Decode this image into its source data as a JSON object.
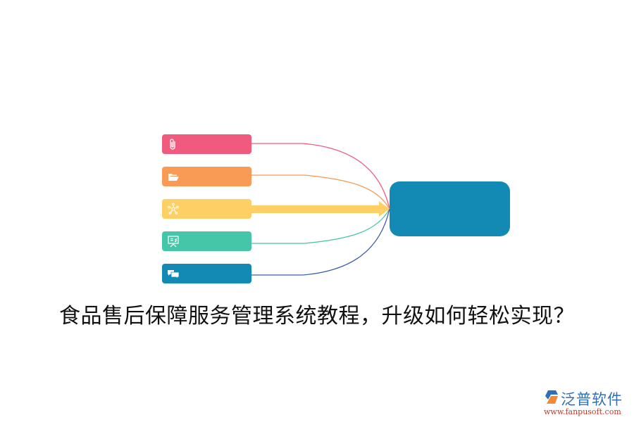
{
  "diagram": {
    "type": "fan-in mind map",
    "colors": {
      "pink": "#f05a7e",
      "orange": "#f99a55",
      "yellow": "#fecf65",
      "green": "#45c6a8",
      "blue": "#138ab4",
      "target": "#138ab4",
      "navy_line": "#3b5ea8"
    },
    "nodes": [
      {
        "id": "node-1",
        "icon": "paperclip-icon",
        "color": "#f05a7e",
        "label": ""
      },
      {
        "id": "node-2",
        "icon": "folder-open-icon",
        "color": "#f99a55",
        "label": ""
      },
      {
        "id": "node-3",
        "icon": "network-icon",
        "color": "#fecf65",
        "label": ""
      },
      {
        "id": "node-4",
        "icon": "presentation-board-icon",
        "color": "#45c6a8",
        "label": ""
      },
      {
        "id": "node-5",
        "icon": "chat-bubbles-icon",
        "color": "#138ab4",
        "label": ""
      }
    ],
    "target": {
      "label": "",
      "color": "#138ab4"
    }
  },
  "caption": "食品售后保障服务管理系统教程，升级如何轻松实现？",
  "logo": {
    "brand": "泛普软件",
    "url": "www.fanpusoft.com"
  }
}
